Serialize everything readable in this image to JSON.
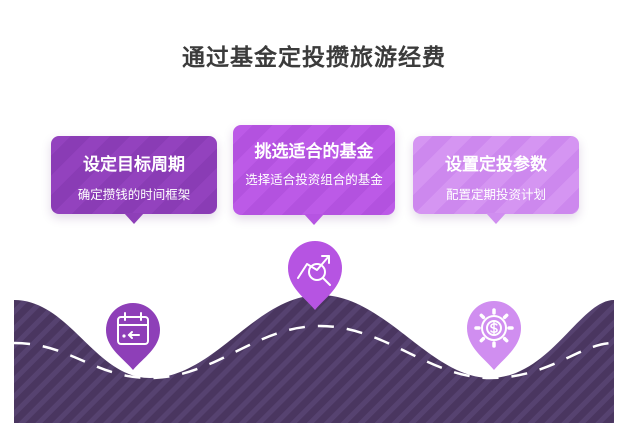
{
  "title": "通过基金定投攒旅游经费",
  "steps": [
    {
      "title": "设定目标周期",
      "desc": "确定攒钱的时间框架",
      "icon": "calendar-icon",
      "color": "#8e3fb8"
    },
    {
      "title": "挑选适合的基金",
      "desc": "选择适合投资组合的基金",
      "icon": "trend-analysis-icon",
      "color": "#b654e2"
    },
    {
      "title": "设置定投参数",
      "desc": "配置定期投资计划",
      "icon": "dollar-gear-icon",
      "color": "#d08ef0"
    }
  ],
  "colors": {
    "road": "#4a3660",
    "road_stripe": "#564270",
    "road_dash": "#ffffff"
  }
}
